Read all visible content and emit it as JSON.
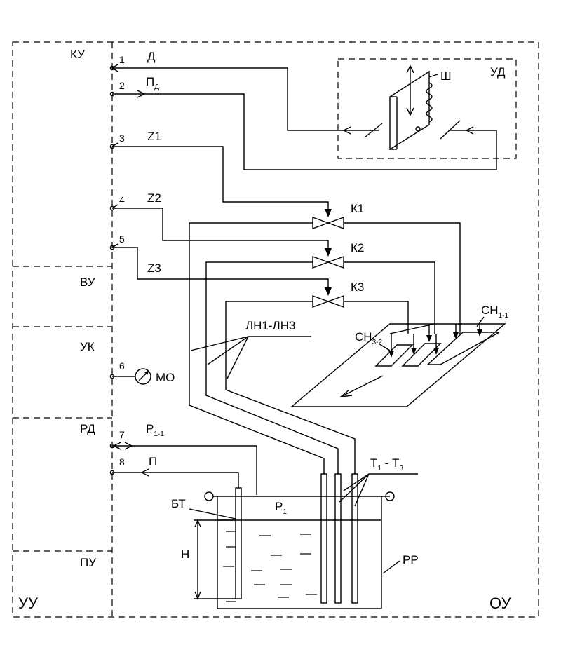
{
  "blocks": {
    "control_unit": "УУ",
    "object": "ОУ",
    "ku": "КУ",
    "vu": "ВУ",
    "uk": "УК",
    "rd": "РД",
    "pu": "ПУ",
    "ud": "УД"
  },
  "terminals": [
    {
      "num": "1",
      "signal": "Д"
    },
    {
      "num": "2",
      "signal": "П",
      "signal_sub": "Д"
    },
    {
      "num": "3",
      "signal": "Z1"
    },
    {
      "num": "4",
      "signal": "Z2"
    },
    {
      "num": "5",
      "signal": "Z3"
    },
    {
      "num": "6",
      "signal": "МО"
    },
    {
      "num": "7",
      "signal": "P",
      "signal_sub": "1-1"
    },
    {
      "num": "8",
      "signal": "П"
    }
  ],
  "valves": [
    "К1",
    "К2",
    "К3"
  ],
  "labels": {
    "shaft": "Ш",
    "lines": "ЛН1-ЛН3",
    "nozzle_a": "СН",
    "nozzle_a_sub": "3-2",
    "nozzle_b": "СН",
    "nozzle_b_sub": "1-1",
    "tubes": "Т",
    "tubes_sub1": "1",
    "tubes_mid": " - Т",
    "tubes_sub2": "3",
    "tank": "БТ",
    "pressure": "P",
    "pressure_sub": "1",
    "level": "Н",
    "reservoir": "РР"
  }
}
